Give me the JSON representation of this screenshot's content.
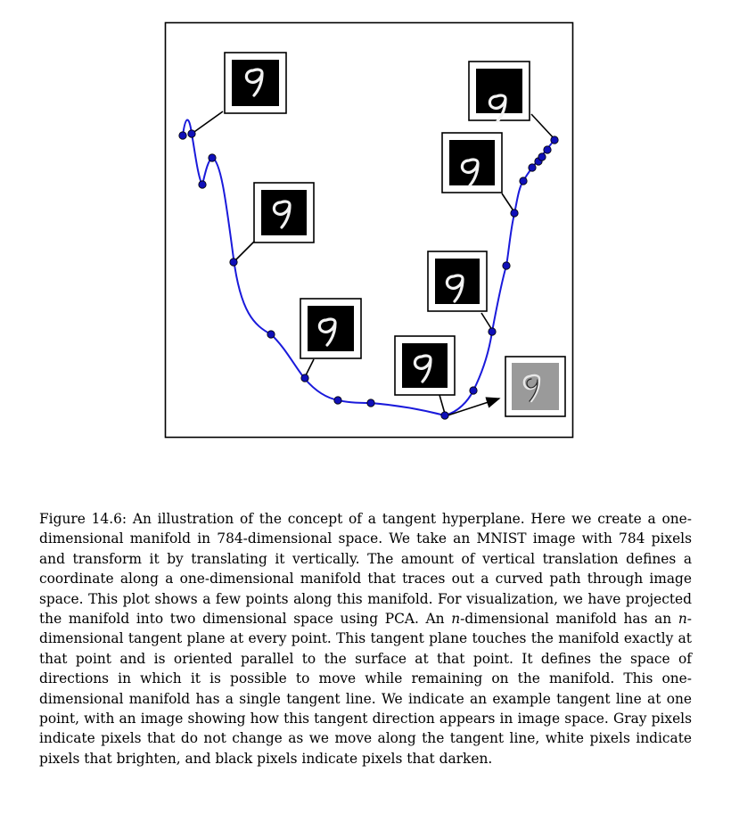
{
  "figure": {
    "description_points": [
      {
        "t": 0
      },
      {
        "t": 1
      },
      {
        "t": 2
      },
      {
        "t": 3
      },
      {
        "t": 4
      },
      {
        "t": 5
      },
      {
        "t": 6
      },
      {
        "t": 7
      },
      {
        "t": 8
      },
      {
        "t": 9
      },
      {
        "t": 10
      },
      {
        "t": 11
      },
      {
        "t": 12
      },
      {
        "t": 13
      },
      {
        "t": 14
      },
      {
        "t": 15
      },
      {
        "t": 16
      },
      {
        "t": 17
      },
      {
        "t": 18
      },
      {
        "t": 19
      }
    ],
    "digit_label": "9",
    "curve_color": "#1a1adb",
    "point_color": "#1010b8",
    "tangent_image_bg": "#9a9a9a",
    "digit_image_bg": "#000000"
  },
  "caption": {
    "prefix": "Figure 14.6: An illustration of the concept of a tangent hyperplane. Here we create a one-dimensional manifold in 784-dimensional space. We take an MNIST image with 784 pixels and transform it by translating it vertically. The amount of vertical translation defines a coordinate along a one-dimensional manifold that traces out a curved path through image space. This plot shows a few points along this manifold. For visualization, we have projected the manifold into two dimensional space using PCA. An ",
    "n1": "n",
    "mid1": "-dimensional manifold has an ",
    "n2": "n",
    "suffix": "-dimensional tangent plane at every point. This tangent plane touches the manifold exactly at that point and is oriented parallel to the surface at that point. It defines the space of directions in which it is possible to move while remaining on the manifold. This one-dimensional manifold has a single tangent line. We indicate an example tangent line at one point, with an image showing how this tangent direction appears in image space. Gray pixels indicate pixels that do not change as we move along the tangent line, white pixels indicate pixels that brighten, and black pixels indicate pixels that darken."
  }
}
